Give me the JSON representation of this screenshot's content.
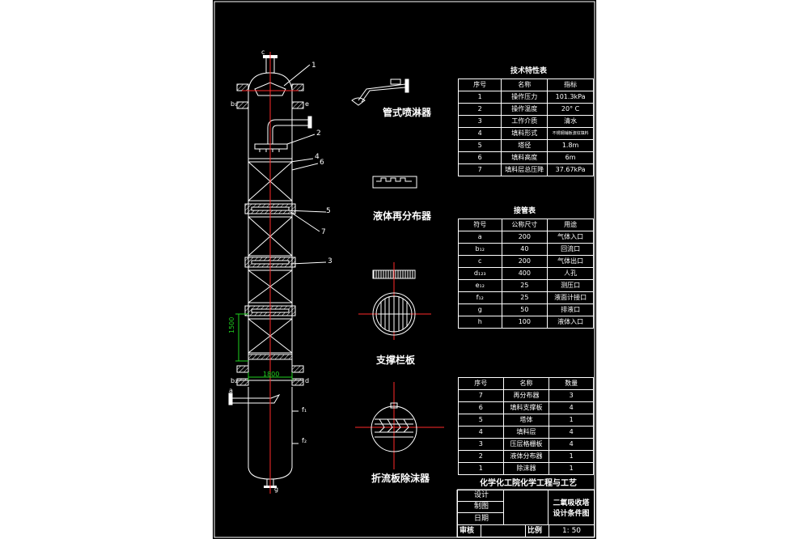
{
  "callouts": [
    "1",
    "2",
    "3",
    "4",
    "5",
    "6",
    "7"
  ],
  "nozzle_labels": {
    "a": "a",
    "b": "b₁",
    "b2": "b₂",
    "c": "c",
    "d": "d",
    "e": "e",
    "f1": "f₁",
    "f2": "f₂",
    "g": "g"
  },
  "dimensions": {
    "height": "1500",
    "diameter": "1800"
  },
  "detail_captions": {
    "spray": "管式喷淋器",
    "distributor": "液体再分布器",
    "support": "支撑栏板",
    "demister": "折流板除沫器"
  },
  "tech_table": {
    "title": "技术特性表",
    "headers": [
      "序号",
      "名称",
      "指标"
    ],
    "rows": [
      [
        "1",
        "操作压力",
        "101.3kPa"
      ],
      [
        "2",
        "操作温度",
        "20° C"
      ],
      [
        "3",
        "工作介质",
        "清水"
      ],
      [
        "4",
        "填料形式",
        "不锈钢铺板波纹填料"
      ],
      [
        "5",
        "塔径",
        "1.8m"
      ],
      [
        "6",
        "填料高度",
        "6m"
      ],
      [
        "7",
        "填料层总压降",
        "37.67kPa"
      ]
    ]
  },
  "nozzle_table": {
    "title": "接管表",
    "headers": [
      "符号",
      "公称尺寸",
      "用途"
    ],
    "rows": [
      [
        "a",
        "200",
        "气体入口"
      ],
      [
        "b₁₂",
        "40",
        "回流口"
      ],
      [
        "c",
        "200",
        "气体出口"
      ],
      [
        "d₁₂₃",
        "400",
        "人孔"
      ],
      [
        "e₁₂",
        "25",
        "测压口"
      ],
      [
        "f₁₂",
        "25",
        "液面计接口"
      ],
      [
        "g",
        "50",
        "排液口"
      ],
      [
        "h",
        "100",
        "液体入口"
      ]
    ]
  },
  "parts_table": {
    "headers": [
      "序号",
      "名称",
      "数量"
    ],
    "rows": [
      [
        "7",
        "再分布器",
        "3"
      ],
      [
        "6",
        "填料支撑板",
        "4"
      ],
      [
        "5",
        "塔体",
        "1"
      ],
      [
        "4",
        "填料层",
        "4"
      ],
      [
        "3",
        "压层格栅板",
        "4"
      ],
      [
        "2",
        "液体分布器",
        "1"
      ],
      [
        "1",
        "除沫器",
        "1"
      ]
    ]
  },
  "title_block": {
    "school": "化学化工院化学工程与工艺",
    "design": "设计",
    "drawing": "制图",
    "date": "日期",
    "name_line1": "二氧吸收塔",
    "name_line2": "设计条件图",
    "review": "审核",
    "scale_label": "比例",
    "scale": "1: 50"
  }
}
